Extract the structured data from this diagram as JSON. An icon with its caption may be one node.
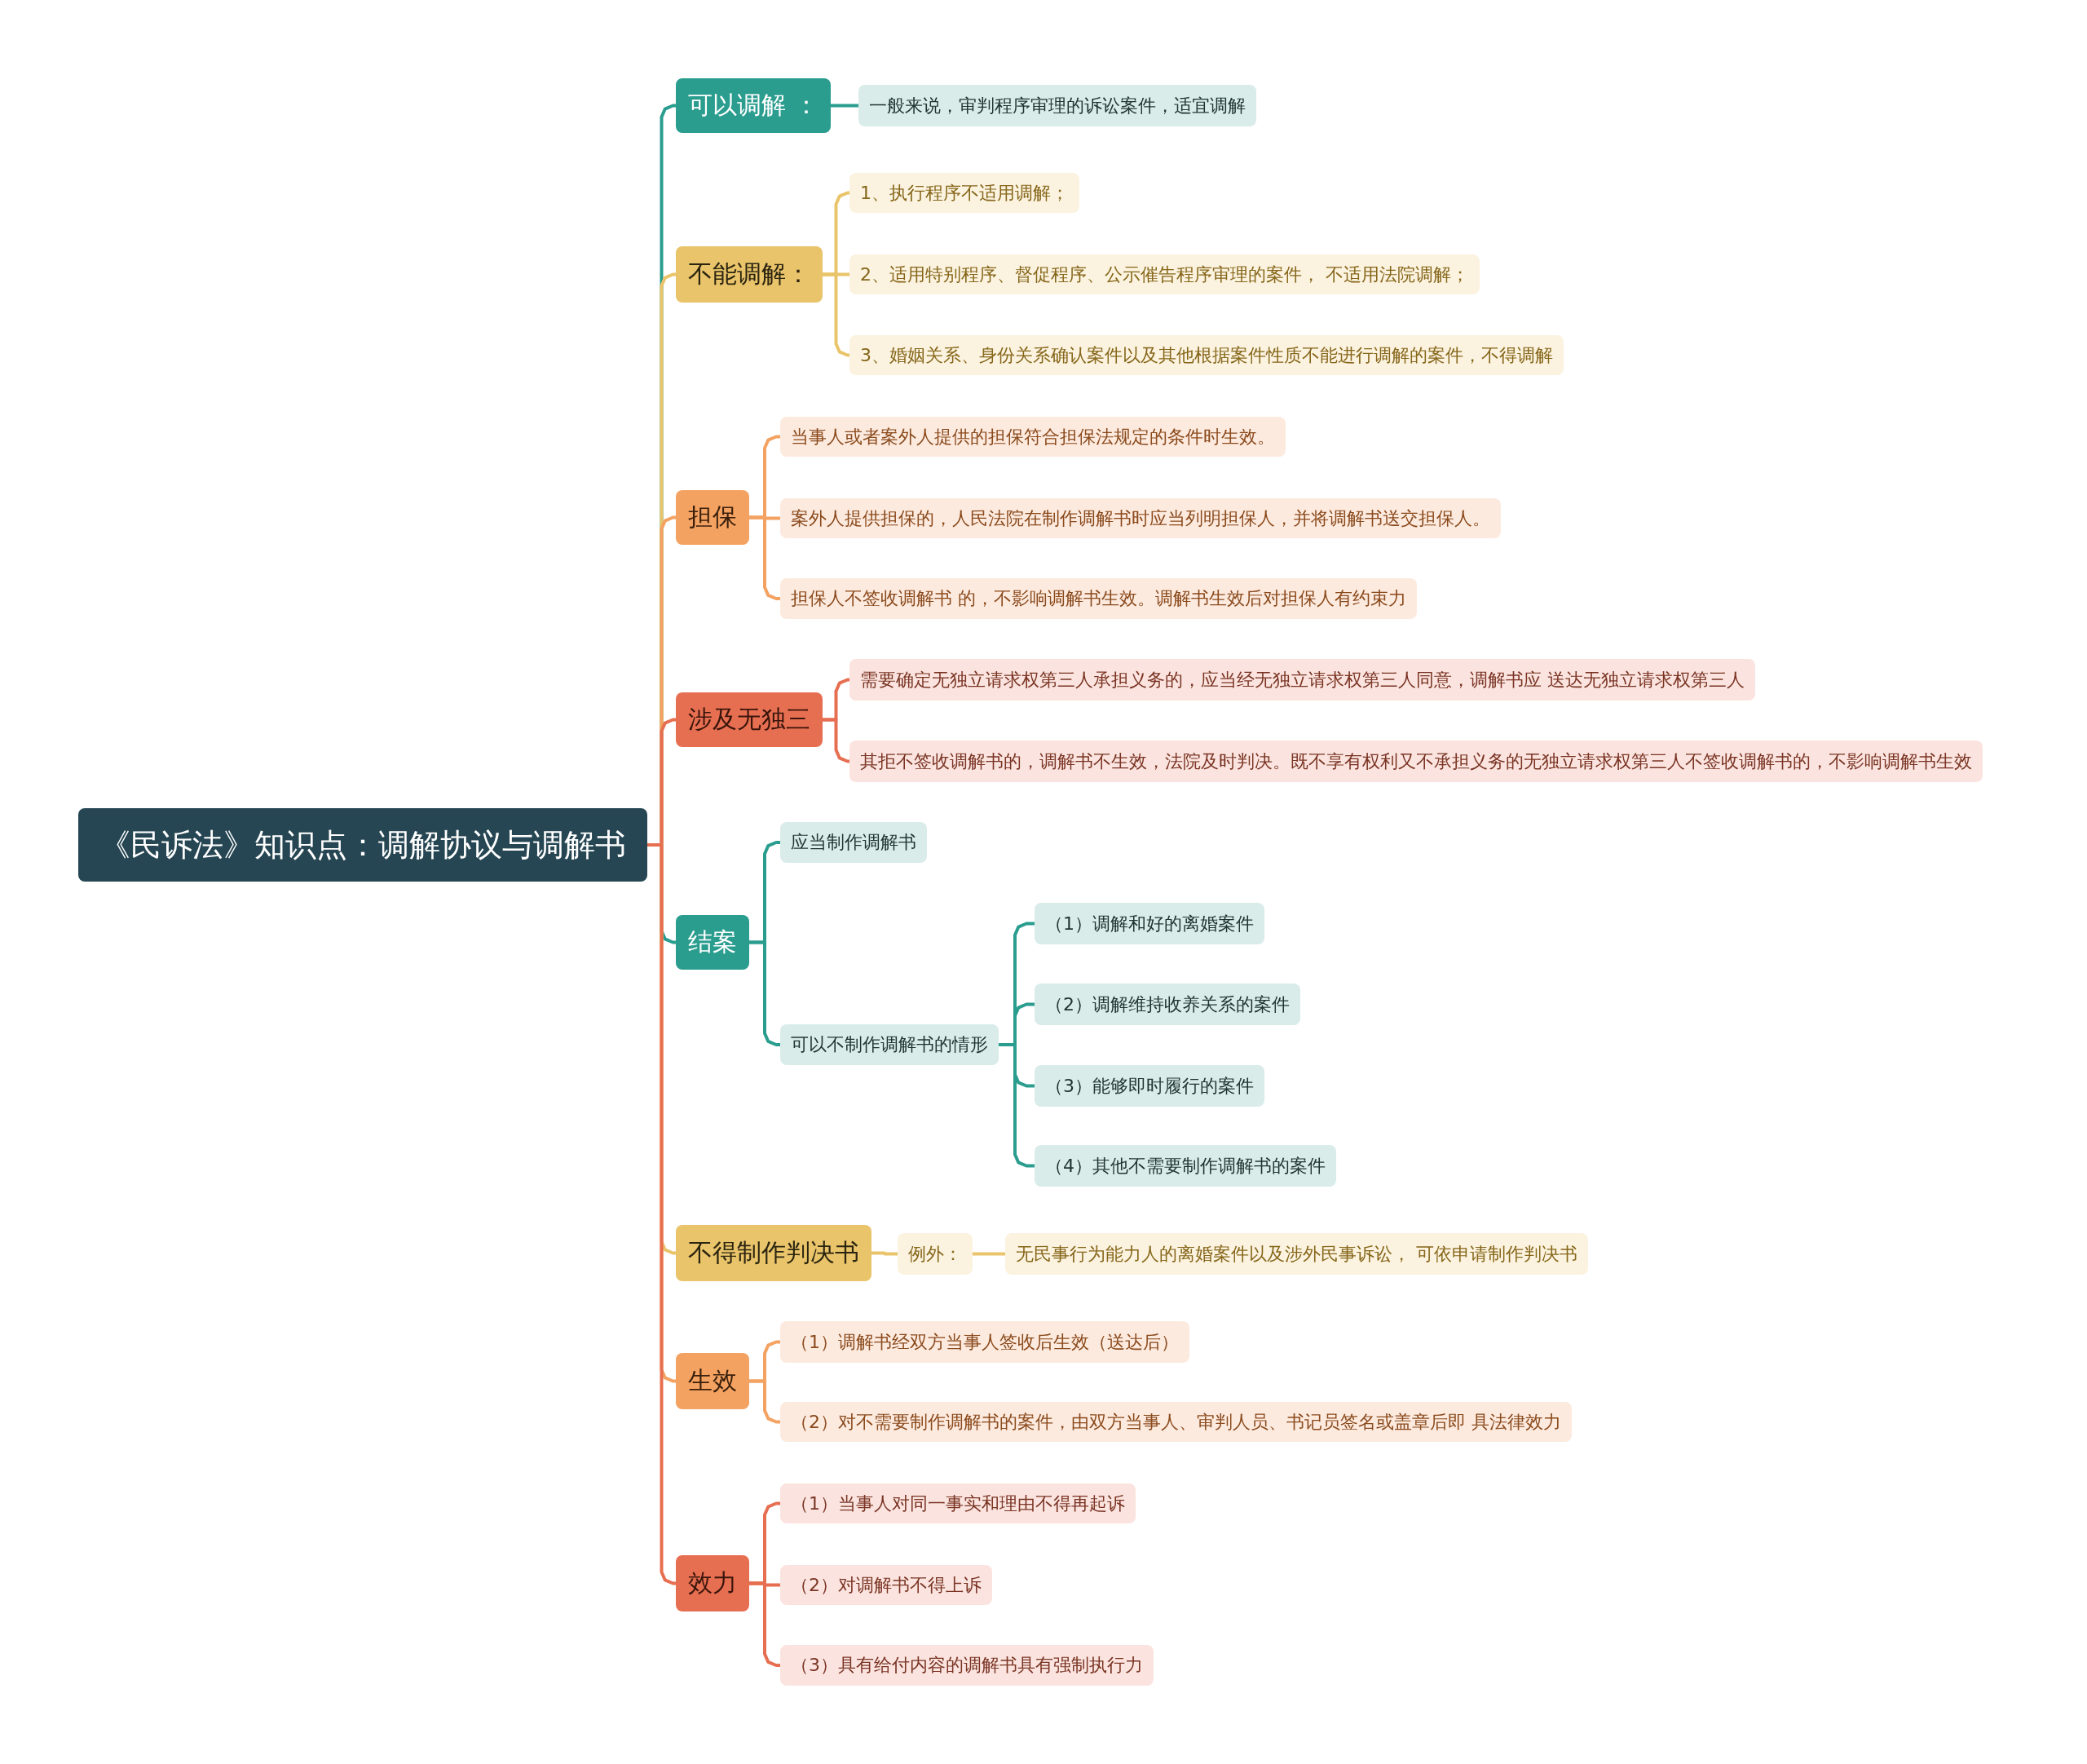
{
  "diagram": {
    "nodes": [
      {
        "text": [
          "《民诉法》知识点：调解协议与调解书"
        ]
      },
      {
        "text": [
          "可以调解 ："
        ]
      },
      {
        "text": [
          "一般来说，审判程序审理的诉讼案件，适宜调解"
        ]
      },
      {
        "text": [
          "不能调解："
        ]
      },
      {
        "text": [
          "1、执行程序不适用调解；"
        ]
      },
      {
        "text": [
          "2、适用特别程序、督促程序、公示催告程序审理的案件， 不适用法院调解；"
        ]
      },
      {
        "text": [
          "3、婚姻关系、身份关系确认案件以及其他根据案件性质不能进行调解的案件，不得调解"
        ]
      },
      {
        "text": [
          "担保"
        ]
      },
      {
        "text": [
          "当事人或者案外人提供的担保符合担保法规定的条件时生效。"
        ]
      },
      {
        "text": [
          "案外人提供担保的，人民法院在制作调解书时应当列明担保人，并将调解书送交担保人。"
        ]
      },
      {
        "text": [
          "担保人不签收调解书 的，不影响调解书生效。调解书生效后对担保人有约束力"
        ]
      },
      {
        "text": [
          "涉及无独三"
        ]
      },
      {
        "text": [
          "需要确定无独立请求权第三人承担义务的，应当经无独立请求权第三人同意，调解书应 送达无独立请求权第三人"
        ]
      },
      {
        "text": [
          "其拒不签收调解书的，调解书不生效，法院及时判决。既不享有权利又不承担义务的无独立请求权第三人不签收调解书的，不影响调解书生效"
        ]
      },
      {
        "text": [
          "结案"
        ]
      },
      {
        "text": [
          "应当制作调解书"
        ]
      },
      {
        "text": [
          "可以不制作调解书的情形"
        ]
      },
      {
        "text": [
          "（1）调解和好的离婚案件"
        ]
      },
      {
        "text": [
          "（2）调解维持收养关系的案件"
        ]
      },
      {
        "text": [
          "（3）能够即时履行的案件"
        ]
      },
      {
        "text": [
          "（4）其他不需要制作调解书的案件"
        ]
      },
      {
        "text": [
          "不得制作判决书"
        ]
      },
      {
        "text": [
          "例外："
        ]
      },
      {
        "text": [
          "无民事行为能力人的离婚案件以及涉外民事诉讼， 可依申请制作判决书"
        ]
      },
      {
        "text": [
          "生效"
        ]
      },
      {
        "text": [
          "（1）调解书经双方当事人签收后生效（送达后）"
        ]
      },
      {
        "text": [
          "（2）对不需要制作调解书的案件，由双方当事人、审判人员、书记员签名或盖章后即 具法律效力"
        ]
      },
      {
        "text": [
          "效力"
        ]
      },
      {
        "text": [
          "（1）当事人对同一事实和理由不得再起诉"
        ]
      },
      {
        "text": [
          "（2）对调解书不得上诉"
        ]
      },
      {
        "text": [
          "（3）具有给付内容的调解书具有强制执行力"
        ]
      }
    ],
    "edges": [
      {
        "from": 0,
        "to": 1,
        "arrow": "none"
      },
      {
        "from": 1,
        "to": 2,
        "arrow": "none"
      },
      {
        "from": 0,
        "to": 3,
        "arrow": "none",
        "color": "#e9c46a"
      },
      {
        "from": 3,
        "to": 4,
        "arrow": "none",
        "color": "#e9c46a"
      },
      {
        "from": 3,
        "to": 5,
        "arrow": "none",
        "color": "#e9c46a"
      },
      {
        "from": 3,
        "to": 6,
        "arrow": "none",
        "color": "#e9c46a"
      },
      {
        "from": 0,
        "to": 7,
        "arrow": "none",
        "color": "#f4a261"
      },
      {
        "from": 7,
        "to": 8,
        "arrow": "none",
        "color": "#f4a261"
      },
      {
        "from": 7,
        "to": 9,
        "arrow": "none",
        "color": "#f4a261"
      },
      {
        "from": 7,
        "to": 10,
        "arrow": "none",
        "color": "#f4a261"
      },
      {
        "from": 0,
        "to": 11,
        "arrow": "none",
        "color": "#e76f51"
      },
      {
        "from": 11,
        "to": 12,
        "arrow": "none",
        "color": "#e76f51"
      },
      {
        "from": 11,
        "to": 13,
        "arrow": "none",
        "color": "#e76f51"
      },
      {
        "from": 0,
        "to": 14,
        "arrow": "none"
      },
      {
        "from": 14,
        "to": 15,
        "arrow": "none"
      },
      {
        "from": 14,
        "to": 16,
        "arrow": "none"
      },
      {
        "from": 16,
        "to": 17,
        "arrow": "none"
      },
      {
        "from": 16,
        "to": 18,
        "arrow": "none"
      },
      {
        "from": 16,
        "to": 19,
        "arrow": "none"
      },
      {
        "from": 16,
        "to": 20,
        "arrow": "none"
      },
      {
        "from": 0,
        "to": 21,
        "arrow": "none",
        "color": "#e9c46a"
      },
      {
        "from": 21,
        "to": 22,
        "arrow": "none",
        "color": "#e9c46a"
      },
      {
        "from": 22,
        "to": 23,
        "arrow": "none",
        "color": "#e9c46a"
      },
      {
        "from": 0,
        "to": 24,
        "arrow": "none",
        "color": "#f4a261"
      },
      {
        "from": 24,
        "to": 25,
        "arrow": "none",
        "color": "#f4a261"
      },
      {
        "from": 24,
        "to": 26,
        "arrow": "none",
        "color": "#f4a261"
      },
      {
        "from": 0,
        "to": 27,
        "arrow": "none",
        "color": "#e76f51"
      },
      {
        "from": 27,
        "to": 28,
        "arrow": "none",
        "color": "#e76f51"
      },
      {
        "from": 27,
        "to": 29,
        "arrow": "none",
        "color": "#e76f51"
      },
      {
        "from": 27,
        "to": 30,
        "arrow": "none",
        "color": "#e76f51"
      }
    ]
  }
}
